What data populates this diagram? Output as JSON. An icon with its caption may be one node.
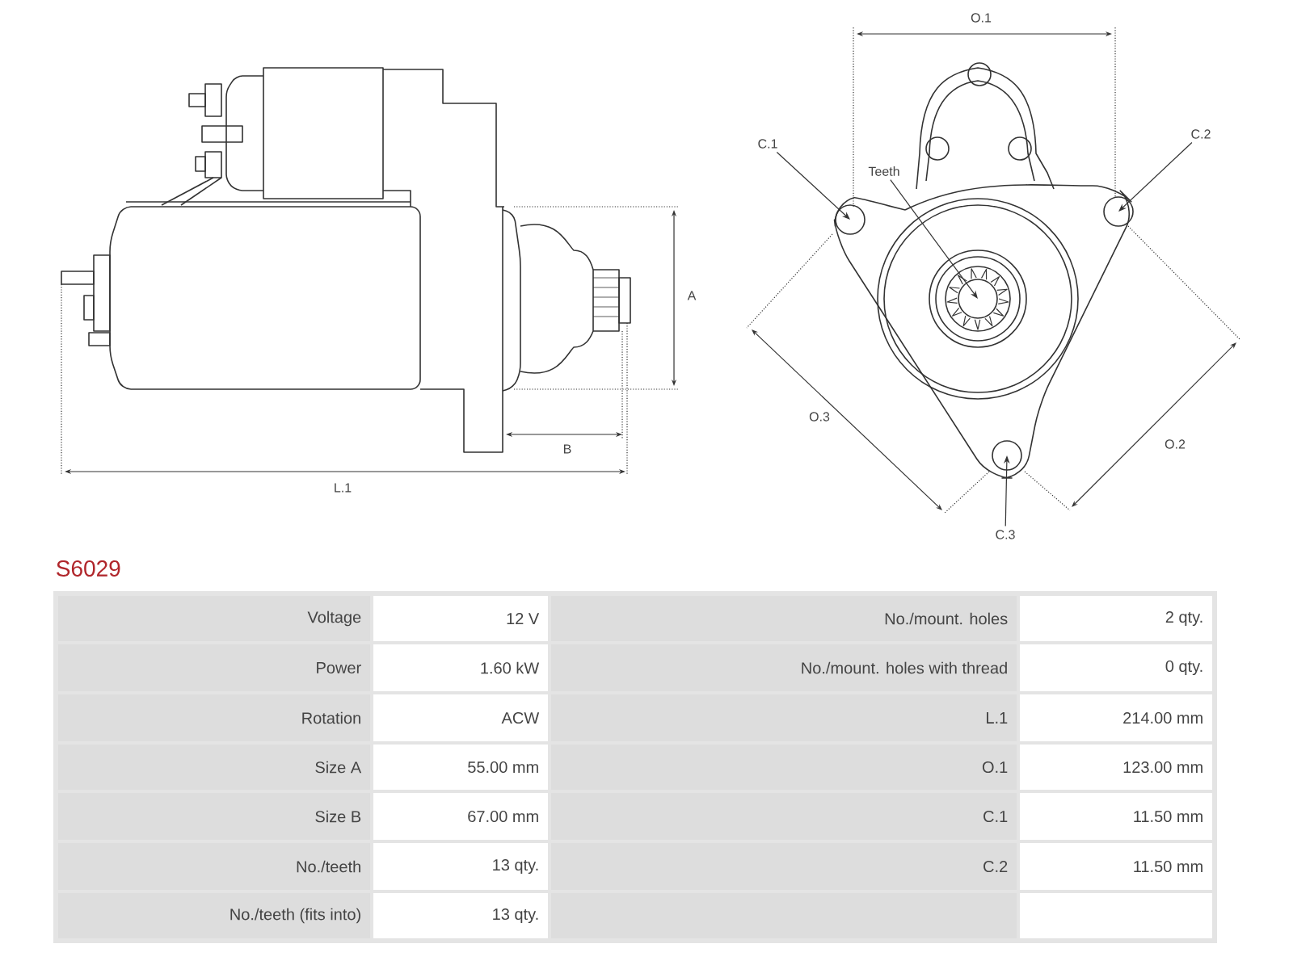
{
  "diagram": {
    "title": "S6029",
    "nodes": [
      {
        "text": [
          "C.1"
        ]
      },
      {
        "text": [],
        "shape": "circle"
      },
      {
        "text": [
          "C.2"
        ]
      },
      {
        "text": [],
        "shape": "circle"
      },
      {
        "text": [
          "Teeth"
        ]
      },
      {
        "text": [],
        "shape": "gear"
      },
      {
        "text": [
          "C.3"
        ]
      },
      {
        "text": [],
        "shape": "circle"
      }
    ],
    "edges": [
      {
        "from": 0,
        "to": 1,
        "arrow": "to"
      },
      {
        "from": 2,
        "to": 3,
        "arrow": "to"
      },
      {
        "from": 4,
        "to": 5,
        "arrow": "to"
      },
      {
        "from": 6,
        "to": 7,
        "arrow": "to"
      }
    ],
    "labels": [
      "A",
      "B",
      "L.1",
      "O.1",
      "O.3",
      "O.2",
      "Voltage",
      "12 V",
      "No./mount. holes",
      "2 qty.",
      "Power",
      "1.60 kW",
      "No./mount. holes with thread",
      "0 qty.",
      "Rotation",
      "ACW",
      "L.1",
      "214.00 mm",
      "Size A",
      "55.00 mm",
      "O.1",
      "123.00 mm",
      "Size B",
      "67.00 mm",
      "C.1",
      "11.50 mm",
      "No./teeth",
      "13 qty.",
      "C.2",
      "11.50 mm",
      "No./teeth (fits into)",
      "13 qty."
    ]
  }
}
